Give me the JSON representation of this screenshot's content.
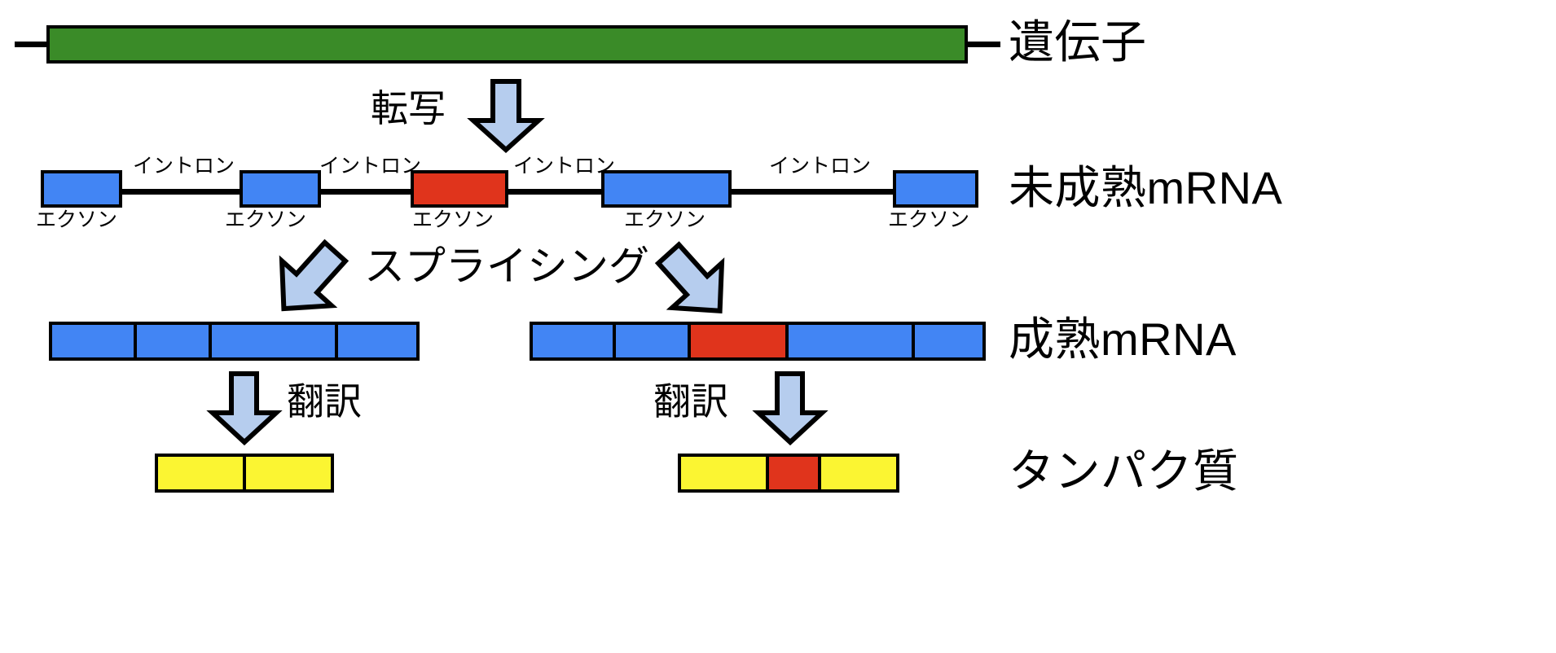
{
  "diagram": {
    "title_text": "",
    "colors": {
      "gene": "#3a8b28",
      "exon_blue": "#4285f4",
      "exon_red": "#e0341c",
      "protein_yellow": "#fbf532",
      "arrow_fill": "#b6cdee",
      "outline": "#000000",
      "background": "#ffffff"
    },
    "row_labels": {
      "gene": "遺伝子",
      "pre_mrna": "未成熟mRNA",
      "mature_mrna": "成熟mRNA",
      "protein": "タンパク質"
    },
    "step_labels": {
      "transcription": "転写",
      "splicing": "スプライシング",
      "translation_left": "翻訳",
      "translation_right": "翻訳"
    },
    "pre_mrna": {
      "intron_label": "イントロン",
      "exon_label": "エクソン",
      "exons": [
        {
          "label": "エクソン",
          "color": "blue"
        },
        {
          "label": "エクソン",
          "color": "blue"
        },
        {
          "label": "エクソン",
          "color": "red"
        },
        {
          "label": "エクソン",
          "color": "blue"
        },
        {
          "label": "エクソン",
          "color": "blue"
        }
      ],
      "introns": [
        {
          "label": "イントロン"
        },
        {
          "label": "イントロン"
        },
        {
          "label": "イントロン"
        },
        {
          "label": "イントロン"
        }
      ]
    },
    "mature_mrna_left": {
      "segments": [
        "blue",
        "blue",
        "blue",
        "blue"
      ]
    },
    "mature_mrna_right": {
      "segments": [
        "blue",
        "blue",
        "red",
        "blue",
        "blue"
      ]
    },
    "protein_left": {
      "segments": [
        "yellow",
        "yellow"
      ]
    },
    "protein_right": {
      "segments": [
        "yellow",
        "red",
        "yellow"
      ]
    }
  }
}
